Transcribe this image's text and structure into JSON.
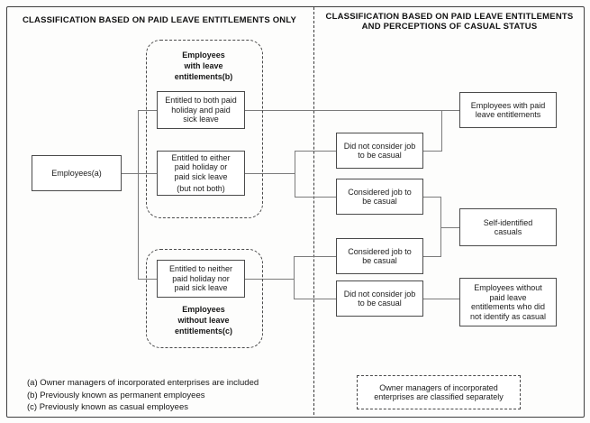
{
  "headers": {
    "left": "CLASSIFICATION BASED ON PAID LEAVE ENTITLEMENTS ONLY",
    "right_lines": [
      "CLASSIFICATION BASED ON PAID LEAVE ENTITLEMENTS",
      "AND PERCEPTIONS OF CASUAL STATUS"
    ]
  },
  "flowchart": {
    "employees_label": "Employees(a)",
    "with_leave_group": {
      "title_lines": [
        "Employees",
        "with leave",
        "entitlements(b)"
      ],
      "entitled_both_lines": [
        "Entitled to both paid",
        "holiday and paid",
        "sick leave"
      ],
      "entitled_either_lines": [
        "Entitled to either",
        "paid holiday or",
        "paid sick leave"
      ],
      "entitled_either_note": "(but not both)"
    },
    "without_leave_group": {
      "entitled_neither_lines": [
        "Entitled to neither",
        "paid holiday nor",
        "paid sick leave"
      ],
      "title_lines": [
        "Employees",
        "without leave",
        "entitlements(c)"
      ]
    },
    "perception_boxes": {
      "did_not_consider_top_lines": [
        "Did not consider job",
        "to be casual"
      ],
      "considered_top_lines": [
        "Considered job to",
        "be casual"
      ],
      "considered_bottom_lines": [
        "Considered job to",
        "be casual"
      ],
      "did_not_consider_bottom_lines": [
        "Did not consider job",
        "to be casual"
      ]
    },
    "outcome_boxes": {
      "with_paid_leave_lines": [
        "Employees with paid",
        "leave entitlements"
      ],
      "self_identified_lines": [
        "Self-identified",
        "casuals"
      ],
      "without_paid_leave_lines": [
        "Employees without",
        "paid leave",
        "entitlements who did",
        "not identify as casual"
      ]
    },
    "owner_managers_note_lines": [
      "Owner managers of incorporated",
      "enterprises are classified separately"
    ]
  },
  "footnotes": [
    "(a) Owner managers of incorporated enterprises are included",
    "(b) Previously known as permanent employees",
    "(c) Previously known as casual employees"
  ],
  "colors": {
    "connector_line": "#7b7b7b",
    "box_border": "#4a4a4a",
    "frame_border": "#3f3f3f",
    "text": "#1c1c1c",
    "background": "#fdfdfc"
  }
}
